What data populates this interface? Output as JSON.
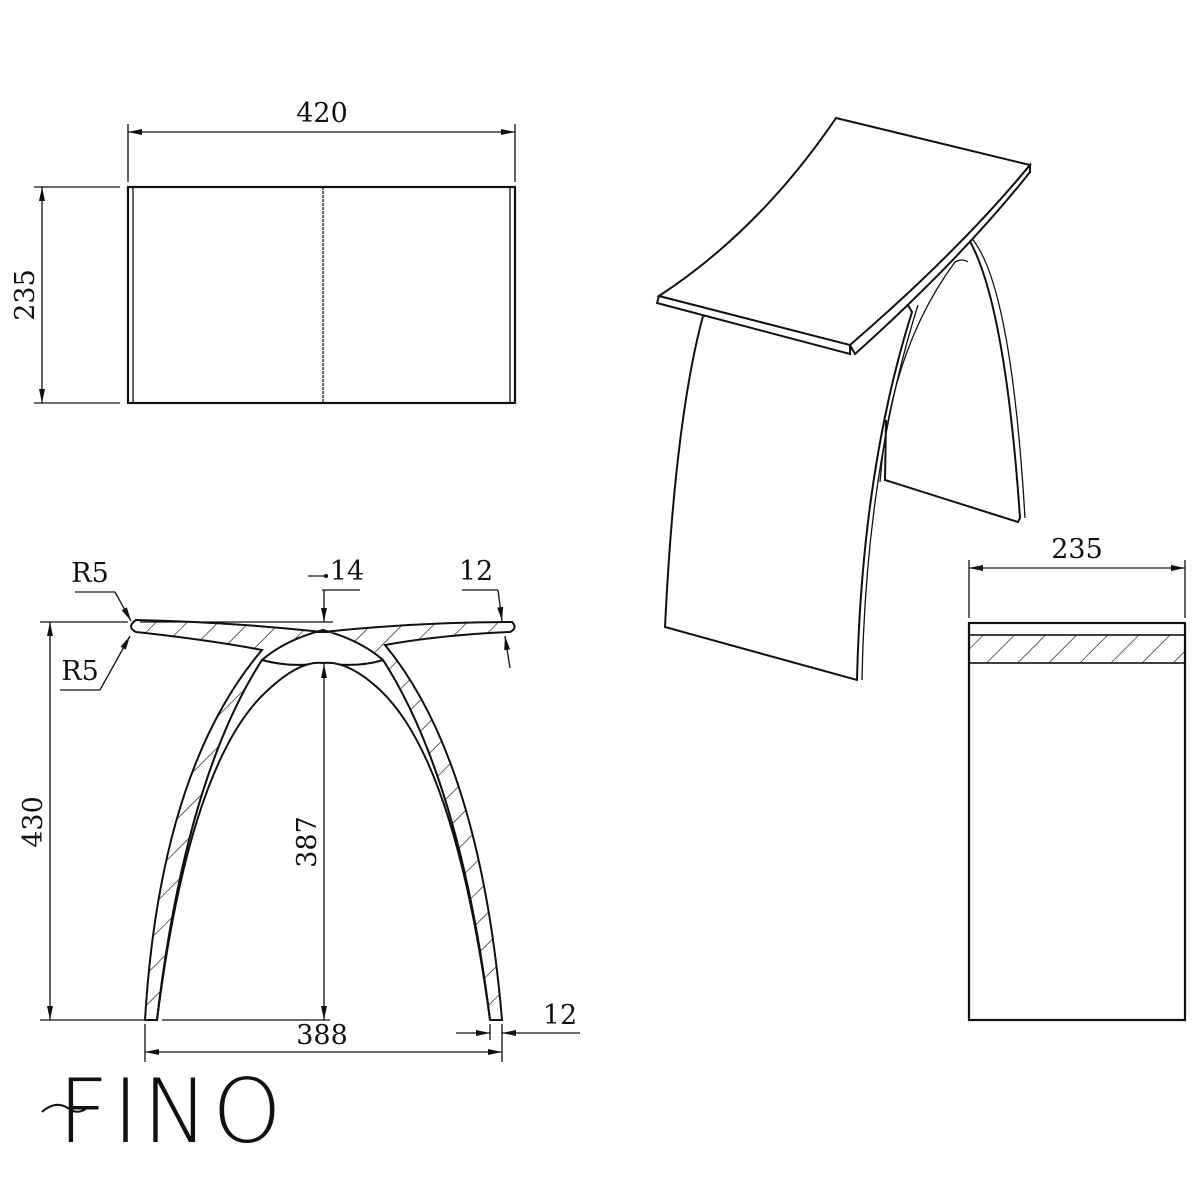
{
  "title": "FINO",
  "views": {
    "top_view": {
      "width_label": "420",
      "depth_label": "235"
    },
    "front_section": {
      "height_label": "430",
      "inner_height_label": "387",
      "base_width_label": "388",
      "leg_thickness_label": "12",
      "seat_edge_thickness_label": "12",
      "seat_center_thickness_label": "14",
      "top_radius_label": "R5",
      "bottom_radius_label": "R5"
    },
    "isometric_view": {
      "label": ""
    },
    "side_section": {
      "width_label": "235"
    }
  },
  "colors": {
    "line": "#111111",
    "background": "#ffffff"
  }
}
